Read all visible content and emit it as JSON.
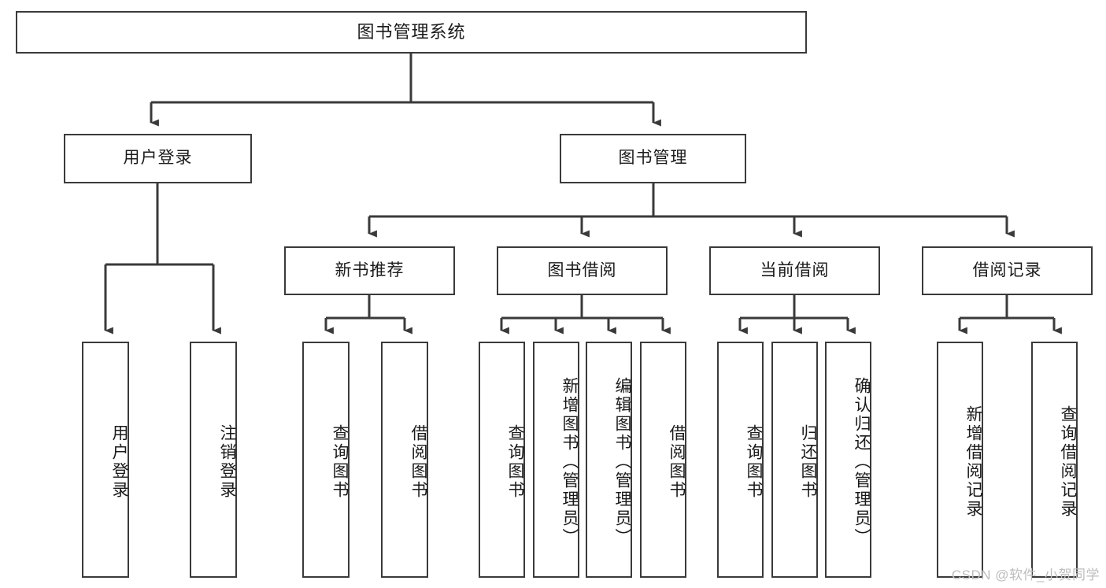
{
  "diagram": {
    "title": "图书管理系统",
    "watermark": "CSDN @软件_小贺同学",
    "stroke_color": "#3a3a3a",
    "background_color": "#ffffff",
    "text_color": "#1a1a1a",
    "watermark_color": "#bdbdbd",
    "levels": {
      "root": "图书管理系统",
      "level2": [
        "用户登录",
        "图书管理"
      ],
      "level3": [
        "新书推荐",
        "图书借阅",
        "当前借阅",
        "借阅记录"
      ]
    },
    "nodes": {
      "root": "图书管理系统",
      "user_login": "用户登录",
      "book_manage": "图书管理",
      "new_book_rec": "新书推荐",
      "book_borrow": "图书借阅",
      "current_borrow": "当前借阅",
      "borrow_record": "借阅记录",
      "leaf_user_login": "用户登录",
      "leaf_logout": "注销登录",
      "leaf_query_book_1": "查询图书",
      "leaf_borrow_book_1": "借阅图书",
      "leaf_query_book_2": "查询图书",
      "leaf_add_book": "新增图书（管理员）",
      "leaf_edit_book": "编辑图书（管理员）",
      "leaf_borrow_book_2": "借阅图书",
      "leaf_query_book_3": "查询图书",
      "leaf_return_book": "归还图书",
      "leaf_confirm_return": "确认归还（管理员）",
      "leaf_add_record": "新增借阅记录",
      "leaf_query_record": "查询借阅记录"
    },
    "tree": {
      "图书管理系统": {
        "用户登录": [
          "用户登录",
          "注销登录"
        ],
        "图书管理": {
          "新书推荐": [
            "查询图书",
            "借阅图书"
          ],
          "图书借阅": [
            "查询图书",
            "新增图书（管理员）",
            "编辑图书（管理员）",
            "借阅图书"
          ],
          "当前借阅": [
            "查询图书",
            "归还图书",
            "确认归还（管理员）"
          ],
          "借阅记录": [
            "新增借阅记录",
            "查询借阅记录"
          ]
        }
      }
    }
  }
}
